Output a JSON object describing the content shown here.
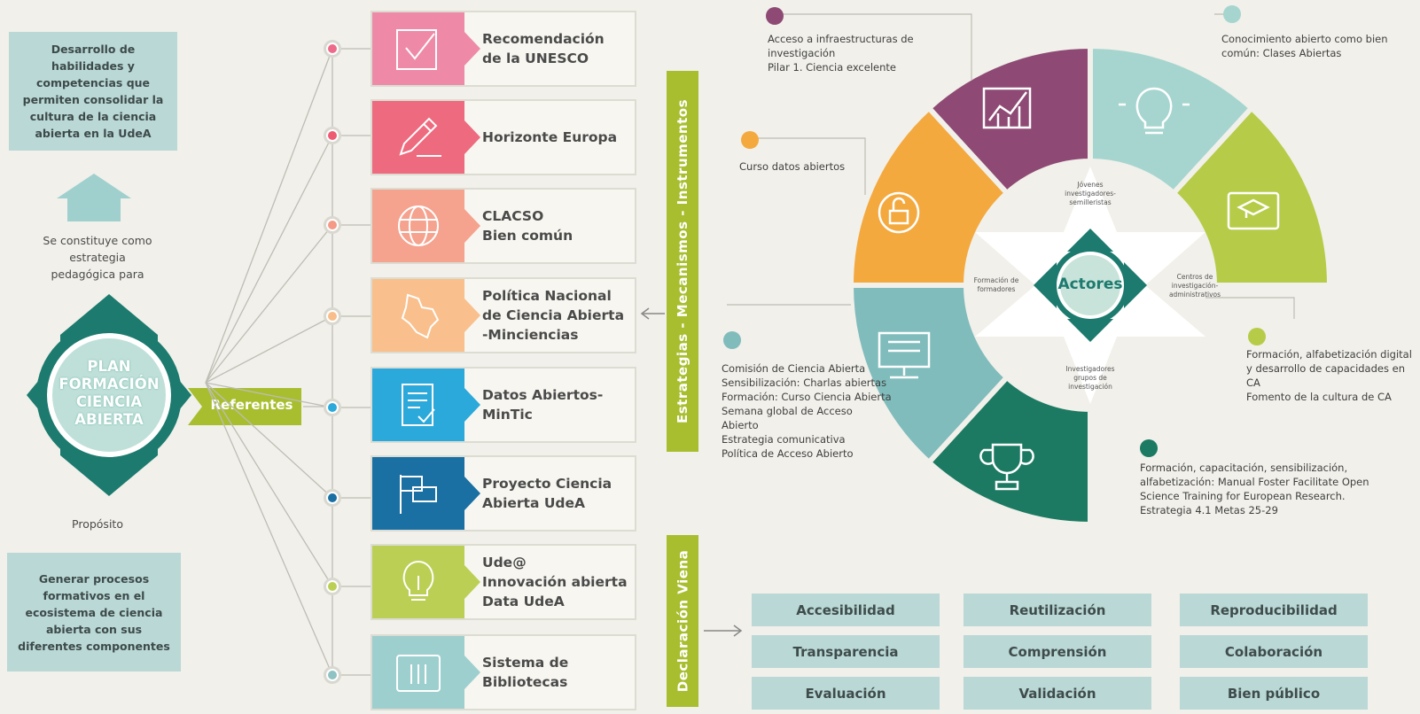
{
  "left": {
    "top_box": "Desarrollo de habilidades y competencias que permiten consolidar la cultura de la ciencia abierta en la UdeA",
    "constituye": "Se constituye como estrategia pedagógica para",
    "plan": [
      "PLAN",
      "FORMACIÓN",
      "CIENCIA",
      "ABIERTA"
    ],
    "proposito": "Propósito",
    "bottom_box": "Generar procesos formativos en el ecosistema de ciencia abierta con sus diferentes componentes",
    "referentes": "Referentes"
  },
  "cards": [
    {
      "label": "Recomendación\nde la UNESCO",
      "color": "#ee8aa8",
      "icon": "checkbox-icon"
    },
    {
      "label": "Horizonte Europa",
      "color": "#ee6a7e",
      "icon": "pencil-icon"
    },
    {
      "label": "CLACSO\nBien común",
      "color": "#f5a28e",
      "icon": "globe-icon"
    },
    {
      "label": "Política Nacional\nde Ciencia Abierta\n-Minciencias",
      "color": "#f9c08d",
      "icon": "map-icon"
    },
    {
      "label": "Datos Abiertos-\nMinTic",
      "color": "#2aa9da",
      "icon": "document-check-icon"
    },
    {
      "label": "Proyecto Ciencia\nAbierta UdeA",
      "color": "#1a6fa3",
      "icon": "flag-icon"
    },
    {
      "label": "Ude@\nInnovación abierta\nData UdeA",
      "color": "#bccf55",
      "icon": "lightbulb-icon"
    },
    {
      "label": "Sistema de\nBibliotecas",
      "color": "#9ecfcf",
      "icon": "library-icon"
    }
  ],
  "dot_colors": [
    "#ee6a8a",
    "#ee5a72",
    "#f49a86",
    "#f9bd8a",
    "#2aa9da",
    "#1a6fa3",
    "#bccf55",
    "#8fc2c2"
  ],
  "bands": {
    "strategies": "Estrategias - Mecanismos - Instrumentos",
    "declaration": "Declaración Viena"
  },
  "principles": [
    "Accesibilidad",
    "Reutilización",
    "Reproducibilidad",
    "Transparencia",
    "Comprensión",
    "Colaboración",
    "Evaluación",
    "Validación",
    "Bien público"
  ],
  "wheel": {
    "center": "Actores",
    "inner_top": "Jóvenes investigadores-semilleristas",
    "inner_left": "Formación de formadores",
    "inner_right": "Centros de investigación-administrativos",
    "inner_bottom": "Investigadores grupos de investigación"
  },
  "annotations": {
    "infra": "Acceso a infraestructuras de investigación\nPilar 1. Ciencia excelente",
    "conocimiento": "Conocimiento abierto como bien común: Clases Abiertas",
    "curso": "Curso datos abiertos",
    "comision": "Comisión de Ciencia Abierta\nSensibilización: Charlas abiertas\nFormación: Curso Ciencia Abierta\nSemana global de Acceso Abierto\nEstrategia comunicativa\nPolítica de Acceso Abierto",
    "formacion_digital": "Formación, alfabetización digital y desarrollo de capacidades en CA\nFomento de la cultura de CA",
    "manual": "Formación, capacitación, sensibilización, alfabetización: Manual Foster Facilitate Open Science Training for European Research.\nEstrategia 4.1 Metas 25-29"
  }
}
